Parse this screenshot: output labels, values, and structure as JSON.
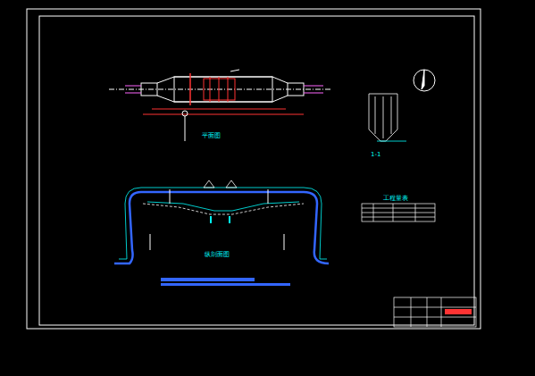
{
  "diagram": {
    "labels": [
      "平面图",
      "纵剖面图",
      "1-1",
      "工程量表"
    ]
  }
}
